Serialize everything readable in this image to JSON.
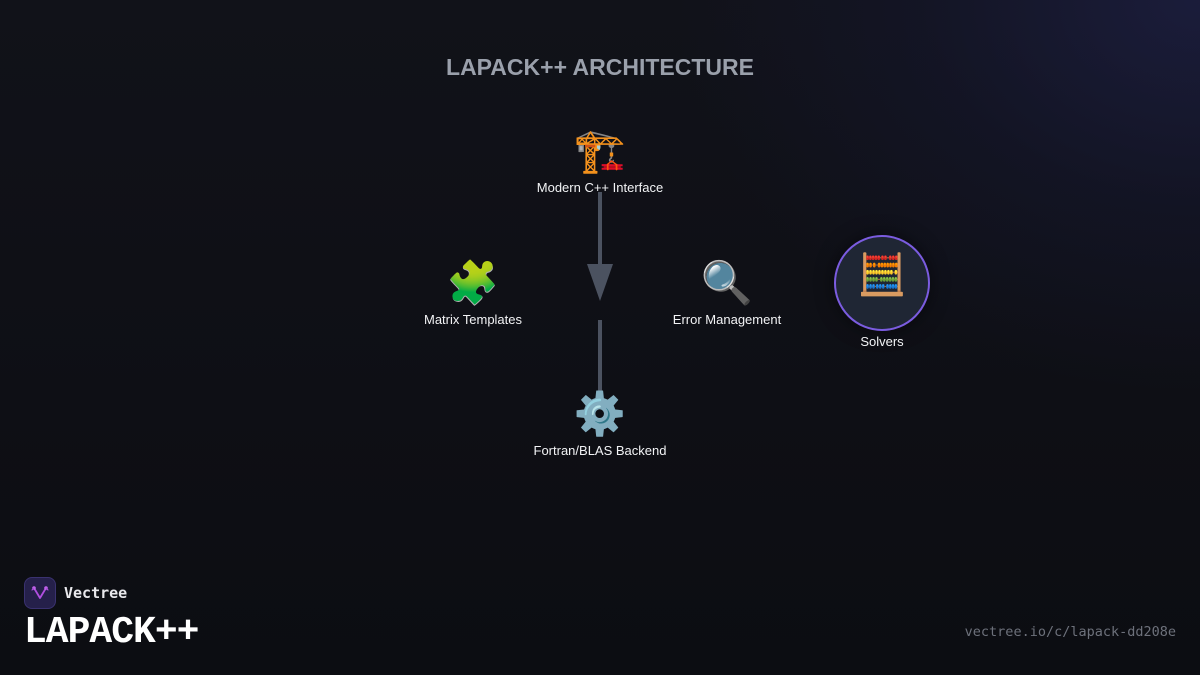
{
  "title": "LAPACK++ ARCHITECTURE",
  "diagram": {
    "nodes": [
      {
        "id": "interface",
        "label": "Modern C++ Interface",
        "icon": "🏗️",
        "icon_name": "construction-crane-icon"
      },
      {
        "id": "templates",
        "label": "Matrix Templates",
        "icon": "🧩",
        "icon_name": "puzzle-piece-icon"
      },
      {
        "id": "errors",
        "label": "Error Management",
        "icon": "🔍",
        "icon_name": "magnifying-glass-icon"
      },
      {
        "id": "solvers",
        "label": "Solvers",
        "icon": "🧮",
        "icon_name": "abacus-icon",
        "highlighted": true
      },
      {
        "id": "backend",
        "label": "Fortran/BLAS Backend",
        "icon": "⚙️",
        "icon_name": "gear-icon"
      }
    ],
    "edges": [
      {
        "from": "interface",
        "to": "backend",
        "arrow": "down"
      }
    ],
    "colors": {
      "connector": "#4b5260",
      "highlight_ring": "#7b5ce0",
      "highlight_fill": "#1f2634",
      "title": "#9aa0ab"
    }
  },
  "footer": {
    "brand": "Vectree",
    "product": "LAPACK++",
    "url": "vectree.io/c/lapack-dd208e"
  }
}
